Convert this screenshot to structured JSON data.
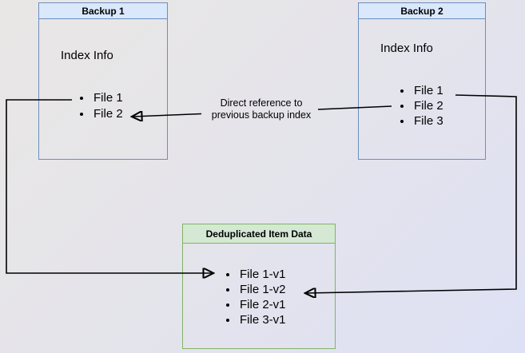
{
  "diagram": {
    "boxes": {
      "backup1": {
        "title": "Backup 1",
        "index_label": "Index Info",
        "items": [
          "File 1",
          "File 2"
        ],
        "border_color": "#6c8ebf",
        "header_bg": "#dae8fc"
      },
      "backup2": {
        "title": "Backup 2",
        "index_label": "Index Info",
        "items": [
          "File 1",
          "File 2",
          "File 3"
        ],
        "border_color": "#6c8ebf",
        "header_bg": "#dae8fc"
      },
      "dedup": {
        "title": "Deduplicated Item Data",
        "items": [
          "File 1-v1",
          "File 1-v2",
          "File 2-v1",
          "File 3-v1"
        ],
        "border_color": "#82b366",
        "header_bg": "#d5e8d4"
      }
    },
    "edge_label": {
      "line1": "Direct reference to",
      "line2": "previous backup index"
    },
    "arrow_color": "#000000",
    "background_from": "#e9e7e5",
    "background_to": "#dee1f5"
  }
}
